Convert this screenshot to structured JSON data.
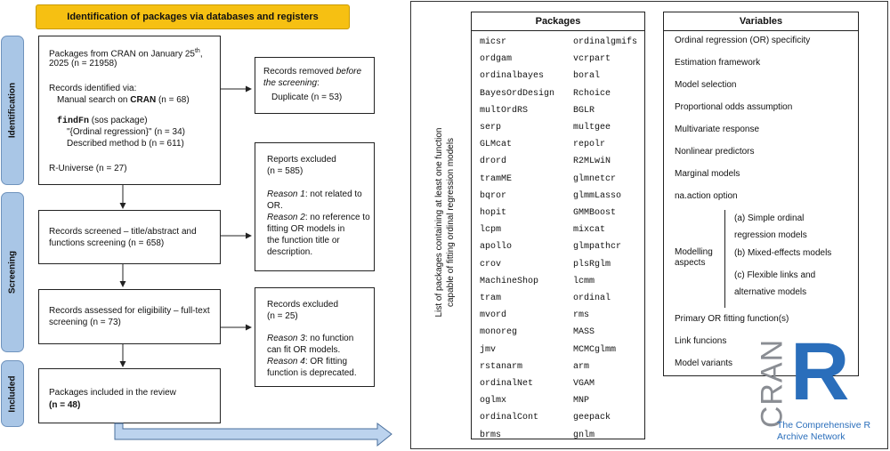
{
  "title": "Identification of packages via databases and registers",
  "phases": {
    "identification": "Identification",
    "screening": "Screening",
    "included": "Included"
  },
  "box1": {
    "line1_pre": "Packages from CRAN on January 25",
    "line1_sup": "th",
    "line1_post": ",",
    "line2": "2025 (n = 21958)",
    "identified": "Records identified via:",
    "manual_pre": "Manual search on ",
    "manual_bold": "CRAN",
    "manual_post": " (n = 68)",
    "findfn_code": "findFn",
    "findfn_rest": " (sos package)",
    "ordinal_query": "\"{Ordinal regression}\" (n = 34)",
    "method_b": "Described method b (n = 611)",
    "runiverse": "R-Universe (n = 27)"
  },
  "removed": {
    "line1": "Records removed ",
    "line1_italic": "before",
    "line2_italic": "the screening",
    "line2_post": ":",
    "line3": "Duplicate (n = 53)"
  },
  "screened": {
    "line1": "Records screened – title/abstract and",
    "line2": "functions screening (n = 658)"
  },
  "excluded1": {
    "line1": "Reports excluded",
    "line2": "(n = 585)",
    "r1_label": "Reason 1",
    "r1_text_a": ": not related to",
    "r1_text_b": "OR.",
    "r2_label": "Reason 2",
    "r2_text_a": ": no reference to",
    "r2_text_b": "fitting OR models in",
    "r2_text_c": "the function title or",
    "r2_text_d": "description."
  },
  "eligibility": {
    "line1": "Records assessed for eligibility – full-text",
    "line2": "screening (n = 73)"
  },
  "excluded2": {
    "line1": "Records excluded",
    "line2": "(n = 25)",
    "r3_label": "Reason 3",
    "r3_text_a": ": no function",
    "r3_text_b": "can fit OR models.",
    "r4_label": "Reason 4",
    "r4_text_a": ": OR fitting",
    "r4_text_b": "function is deprecated."
  },
  "included_box": {
    "line1": "Packages included in the review",
    "line2": "(n = 48)"
  },
  "vertical_label": {
    "line1": "List of packages containing at least one function",
    "line2": "capable of fitting ordinal regression models"
  },
  "packages": {
    "header": "Packages",
    "col1": [
      "micsr",
      "ordgam",
      "ordinalbayes",
      "BayesOrdDesign",
      "multOrdRS",
      "serp",
      "GLMcat",
      "drord",
      "tramME",
      "bqror",
      "hopit",
      "lcpm",
      "apollo",
      "crov",
      "MachineShop",
      "tram",
      "mvord",
      "monoreg",
      "jmv",
      "rstanarm",
      "ordinalNet",
      "oglmx",
      "ordinalCont",
      "brms"
    ],
    "col2": [
      "ordinalgmifs",
      "vcrpart",
      "boral",
      "Rchoice",
      "BGLR",
      "multgee",
      "repolr",
      "R2MLwiN",
      "glmnetcr",
      "glmmLasso",
      "GMMBoost",
      "mixcat",
      "glmpathcr",
      "plsRglm",
      "lcmm",
      "ordinal",
      "rms",
      "MASS",
      "MCMCglmm",
      "arm",
      "VGAM",
      "MNP",
      "geepack",
      "gnlm"
    ]
  },
  "variables": {
    "header": "Variables",
    "items_top": [
      "Ordinal regression (OR) specificity",
      "Estimation framework",
      "Model selection",
      "Proportional odds assumption",
      "Multivariate response",
      "Nonlinear predictors",
      "Marginal models",
      "na.action option"
    ],
    "modelling_label_a": "Modelling",
    "modelling_label_b": "aspects",
    "sub_a1": "(a) Simple ordinal",
    "sub_a2": "regression models",
    "sub_b": "(b) Mixed-effects models",
    "sub_c1": "(c) Flexible links and",
    "sub_c2": "alternative models",
    "items_bottom": [
      "Primary OR fitting function(s)",
      "Link funcions",
      "Model variants"
    ]
  },
  "logo": {
    "cran": "CRAN",
    "r": "R",
    "tagline1": "The Comprehensive R",
    "tagline2": "Archive Network"
  },
  "colors": {
    "title_fill": "#f6c012",
    "phase_fill": "#a9c6e6",
    "arrow_fill": "#bcd3ee",
    "logo_blue": "#2a6ebb",
    "logo_gray": "#8a8d93"
  }
}
